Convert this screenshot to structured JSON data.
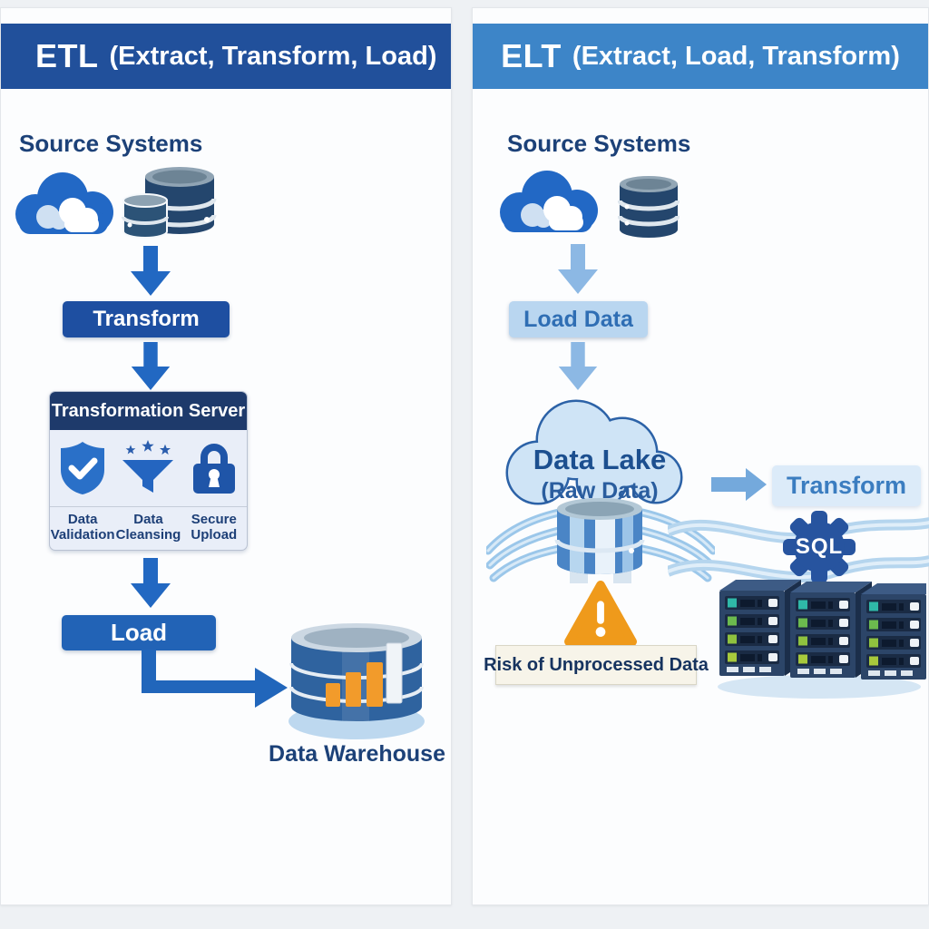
{
  "etl": {
    "title_acronym": "ETL",
    "title_expansion": "(Extract, Transform, Load)",
    "source_systems_label": "Source Systems",
    "transform_label": "Transform",
    "server": {
      "title": "Transformation Server",
      "features": [
        {
          "icon": "shield-check-icon",
          "label": "Data Validation"
        },
        {
          "icon": "funnel-stars-icon",
          "label": "Data Cleansing"
        },
        {
          "icon": "padlock-icon",
          "label": "Secure Upload"
        }
      ]
    },
    "load_label": "Load",
    "warehouse_label": "Data Warehouse"
  },
  "elt": {
    "title_acronym": "ELT",
    "title_expansion": "(Extract, Load, Transform)",
    "source_systems_label": "Source Systems",
    "load_data_label": "Load Data",
    "data_lake_title": "Data Lake",
    "data_lake_subtitle": "(Raw Data)",
    "transform_label": "Transform",
    "sql_gear_label": "SQL",
    "risk_warning_label": "Risk of Unprocessed Data"
  },
  "colors": {
    "page_background": "#eef1f4",
    "etl_header_bg": "#21509b",
    "elt_header_bg": "#3d85c8",
    "navy_text": "#1c4178",
    "etl_transform_btn_bg": "#1e4fa1",
    "etl_load_btn_bg": "#2263b6",
    "server_box_header_bg": "#1e3a6b",
    "elt_load_data_btn_bg": "#b9d6f0",
    "elt_transform_btn_bg": "#dcebf9",
    "light_btn_text": "#2f6eb4",
    "solid_arrow_blue": "#2268c2",
    "light_arrow_blue": "#8cb8e4",
    "data_lake_fill": "#cfe4f6",
    "data_lake_stroke": "#2c62a7",
    "warning_orange": "#ef9a1b",
    "warehouse_orange_bars": "#f29b2b",
    "server_rack_navy": "#2c4568"
  }
}
